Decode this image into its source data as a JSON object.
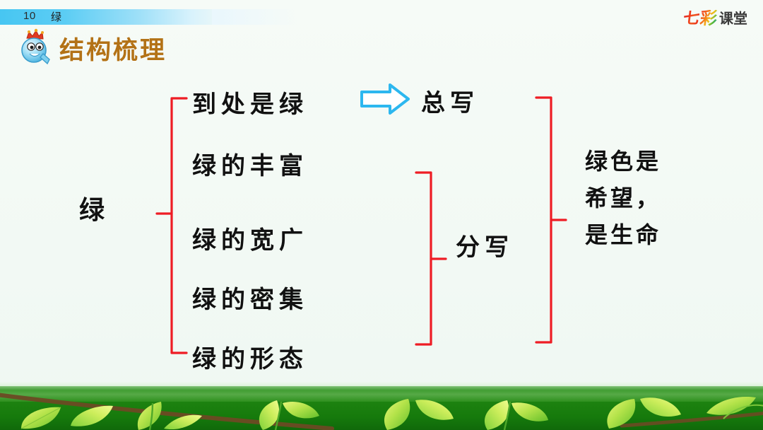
{
  "header": {
    "lesson_number": "10",
    "lesson_title": "绿",
    "brand": {
      "part1": "七",
      "part2": "彩",
      "part3": "课堂"
    },
    "bar_color": "#47c6f2"
  },
  "section": {
    "mascot_icon": "q-mascot-icon",
    "title": "结构梳理",
    "title_color": "#b37216"
  },
  "diagram": {
    "root": "绿",
    "branches": [
      {
        "label": "到处是绿"
      },
      {
        "label": "绿的丰富"
      },
      {
        "label": "绿的宽广"
      },
      {
        "label": "绿的密集"
      },
      {
        "label": "绿的形态"
      }
    ],
    "summaries": [
      {
        "label": "总写"
      },
      {
        "label": "分写"
      }
    ],
    "conclusion": [
      "绿色是",
      "希望，",
      "是生命"
    ],
    "arrow_icon": "right-arrow-icon",
    "arrow_color": "#2cb7ef",
    "bracket_color": "#ee1c24"
  },
  "footer": {
    "band_label": "leafy-green-band",
    "band_color": "#1d8210"
  }
}
